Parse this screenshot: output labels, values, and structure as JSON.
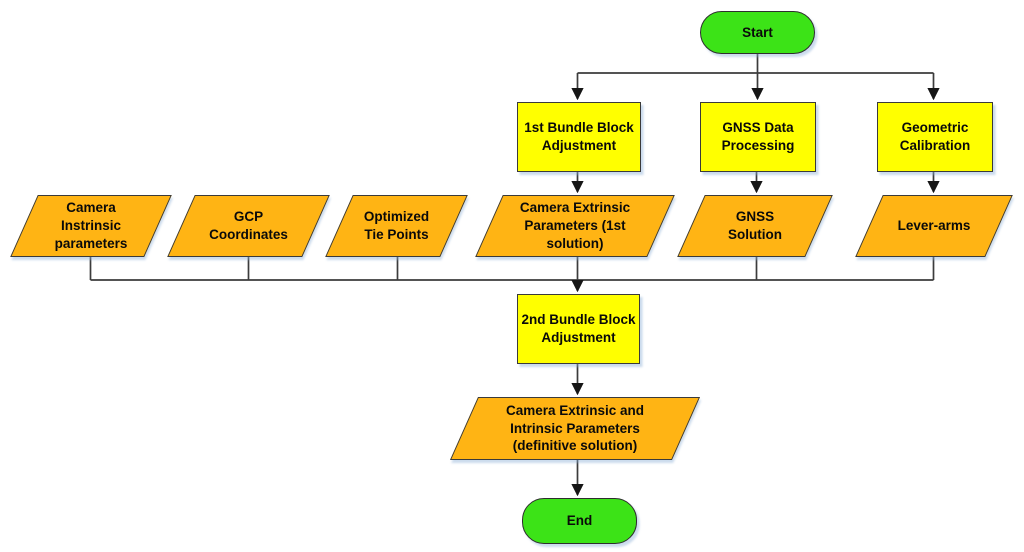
{
  "colors": {
    "green": "#3ce317",
    "yellow": "#ffff00",
    "orange": "#ffb414",
    "border": "#3a3a3a",
    "line": "#3c3c3c",
    "arrow": "#161616",
    "text": "#0a0a0a"
  },
  "nodes": {
    "start": {
      "label": "Start",
      "type": "terminator"
    },
    "bba1": {
      "label": "1st Bundle Block\nAdjustment",
      "type": "process"
    },
    "gnss_processing": {
      "label": "GNSS Data\nProcessing",
      "type": "process"
    },
    "geometric_calibration": {
      "label": "Geometric\nCalibration",
      "type": "process"
    },
    "camera_intrinsic": {
      "label": "Camera\nInstrinsic\nparameters",
      "type": "data"
    },
    "gcp_coordinates": {
      "label": "GCP\nCoordinates",
      "type": "data"
    },
    "optimized_tie_points": {
      "label": "Optimized\nTie Points",
      "type": "data"
    },
    "camera_extrinsic_1st": {
      "label": "Camera Extrinsic\nParameters (1st\nsolution)",
      "type": "data"
    },
    "gnss_solution": {
      "label": "GNSS\nSolution",
      "type": "data"
    },
    "lever_arms": {
      "label": "Lever-arms",
      "type": "data"
    },
    "bba2": {
      "label": "2nd Bundle Block\nAdjustment",
      "type": "process"
    },
    "camera_definitive": {
      "label": "Camera Extrinsic and\nIntrinsic Parameters\n(definitive solution)",
      "type": "data"
    },
    "end": {
      "label": "End",
      "type": "terminator"
    }
  }
}
